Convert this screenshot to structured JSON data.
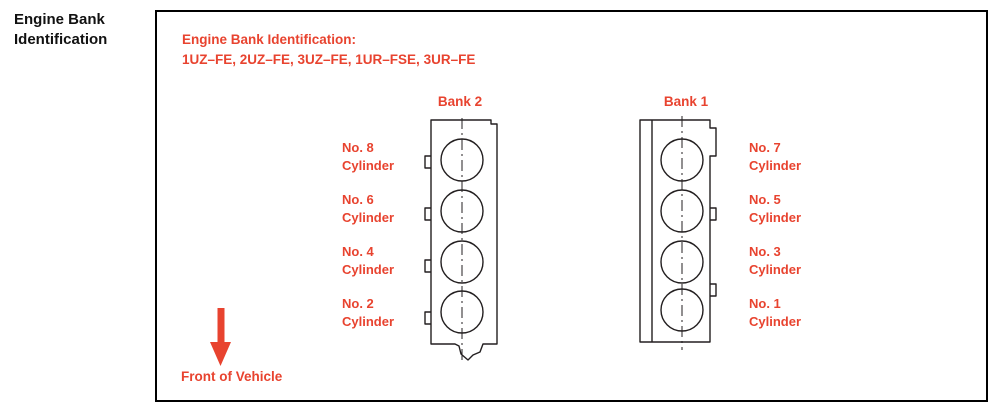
{
  "colors": {
    "accent_red": "#e8432f",
    "line_black": "#231f20"
  },
  "page": {
    "heading": "Engine Bank Identification"
  },
  "diagram": {
    "title_line1": "Engine Bank Identification:",
    "title_line2": "1UZ–FE, 2UZ–FE, 3UZ–FE, 1UR–FSE, 3UR–FE",
    "front_label": "Front of Vehicle",
    "banks": [
      {
        "label": "Bank 2",
        "cylinders": [
          {
            "no": "No. 8",
            "word": "Cylinder"
          },
          {
            "no": "No. 6",
            "word": "Cylinder"
          },
          {
            "no": "No. 4",
            "word": "Cylinder"
          },
          {
            "no": "No. 2",
            "word": "Cylinder"
          }
        ]
      },
      {
        "label": "Bank 1",
        "cylinders": [
          {
            "no": "No. 7",
            "word": "Cylinder"
          },
          {
            "no": "No. 5",
            "word": "Cylinder"
          },
          {
            "no": "No. 3",
            "word": "Cylinder"
          },
          {
            "no": "No. 1",
            "word": "Cylinder"
          }
        ]
      }
    ]
  }
}
